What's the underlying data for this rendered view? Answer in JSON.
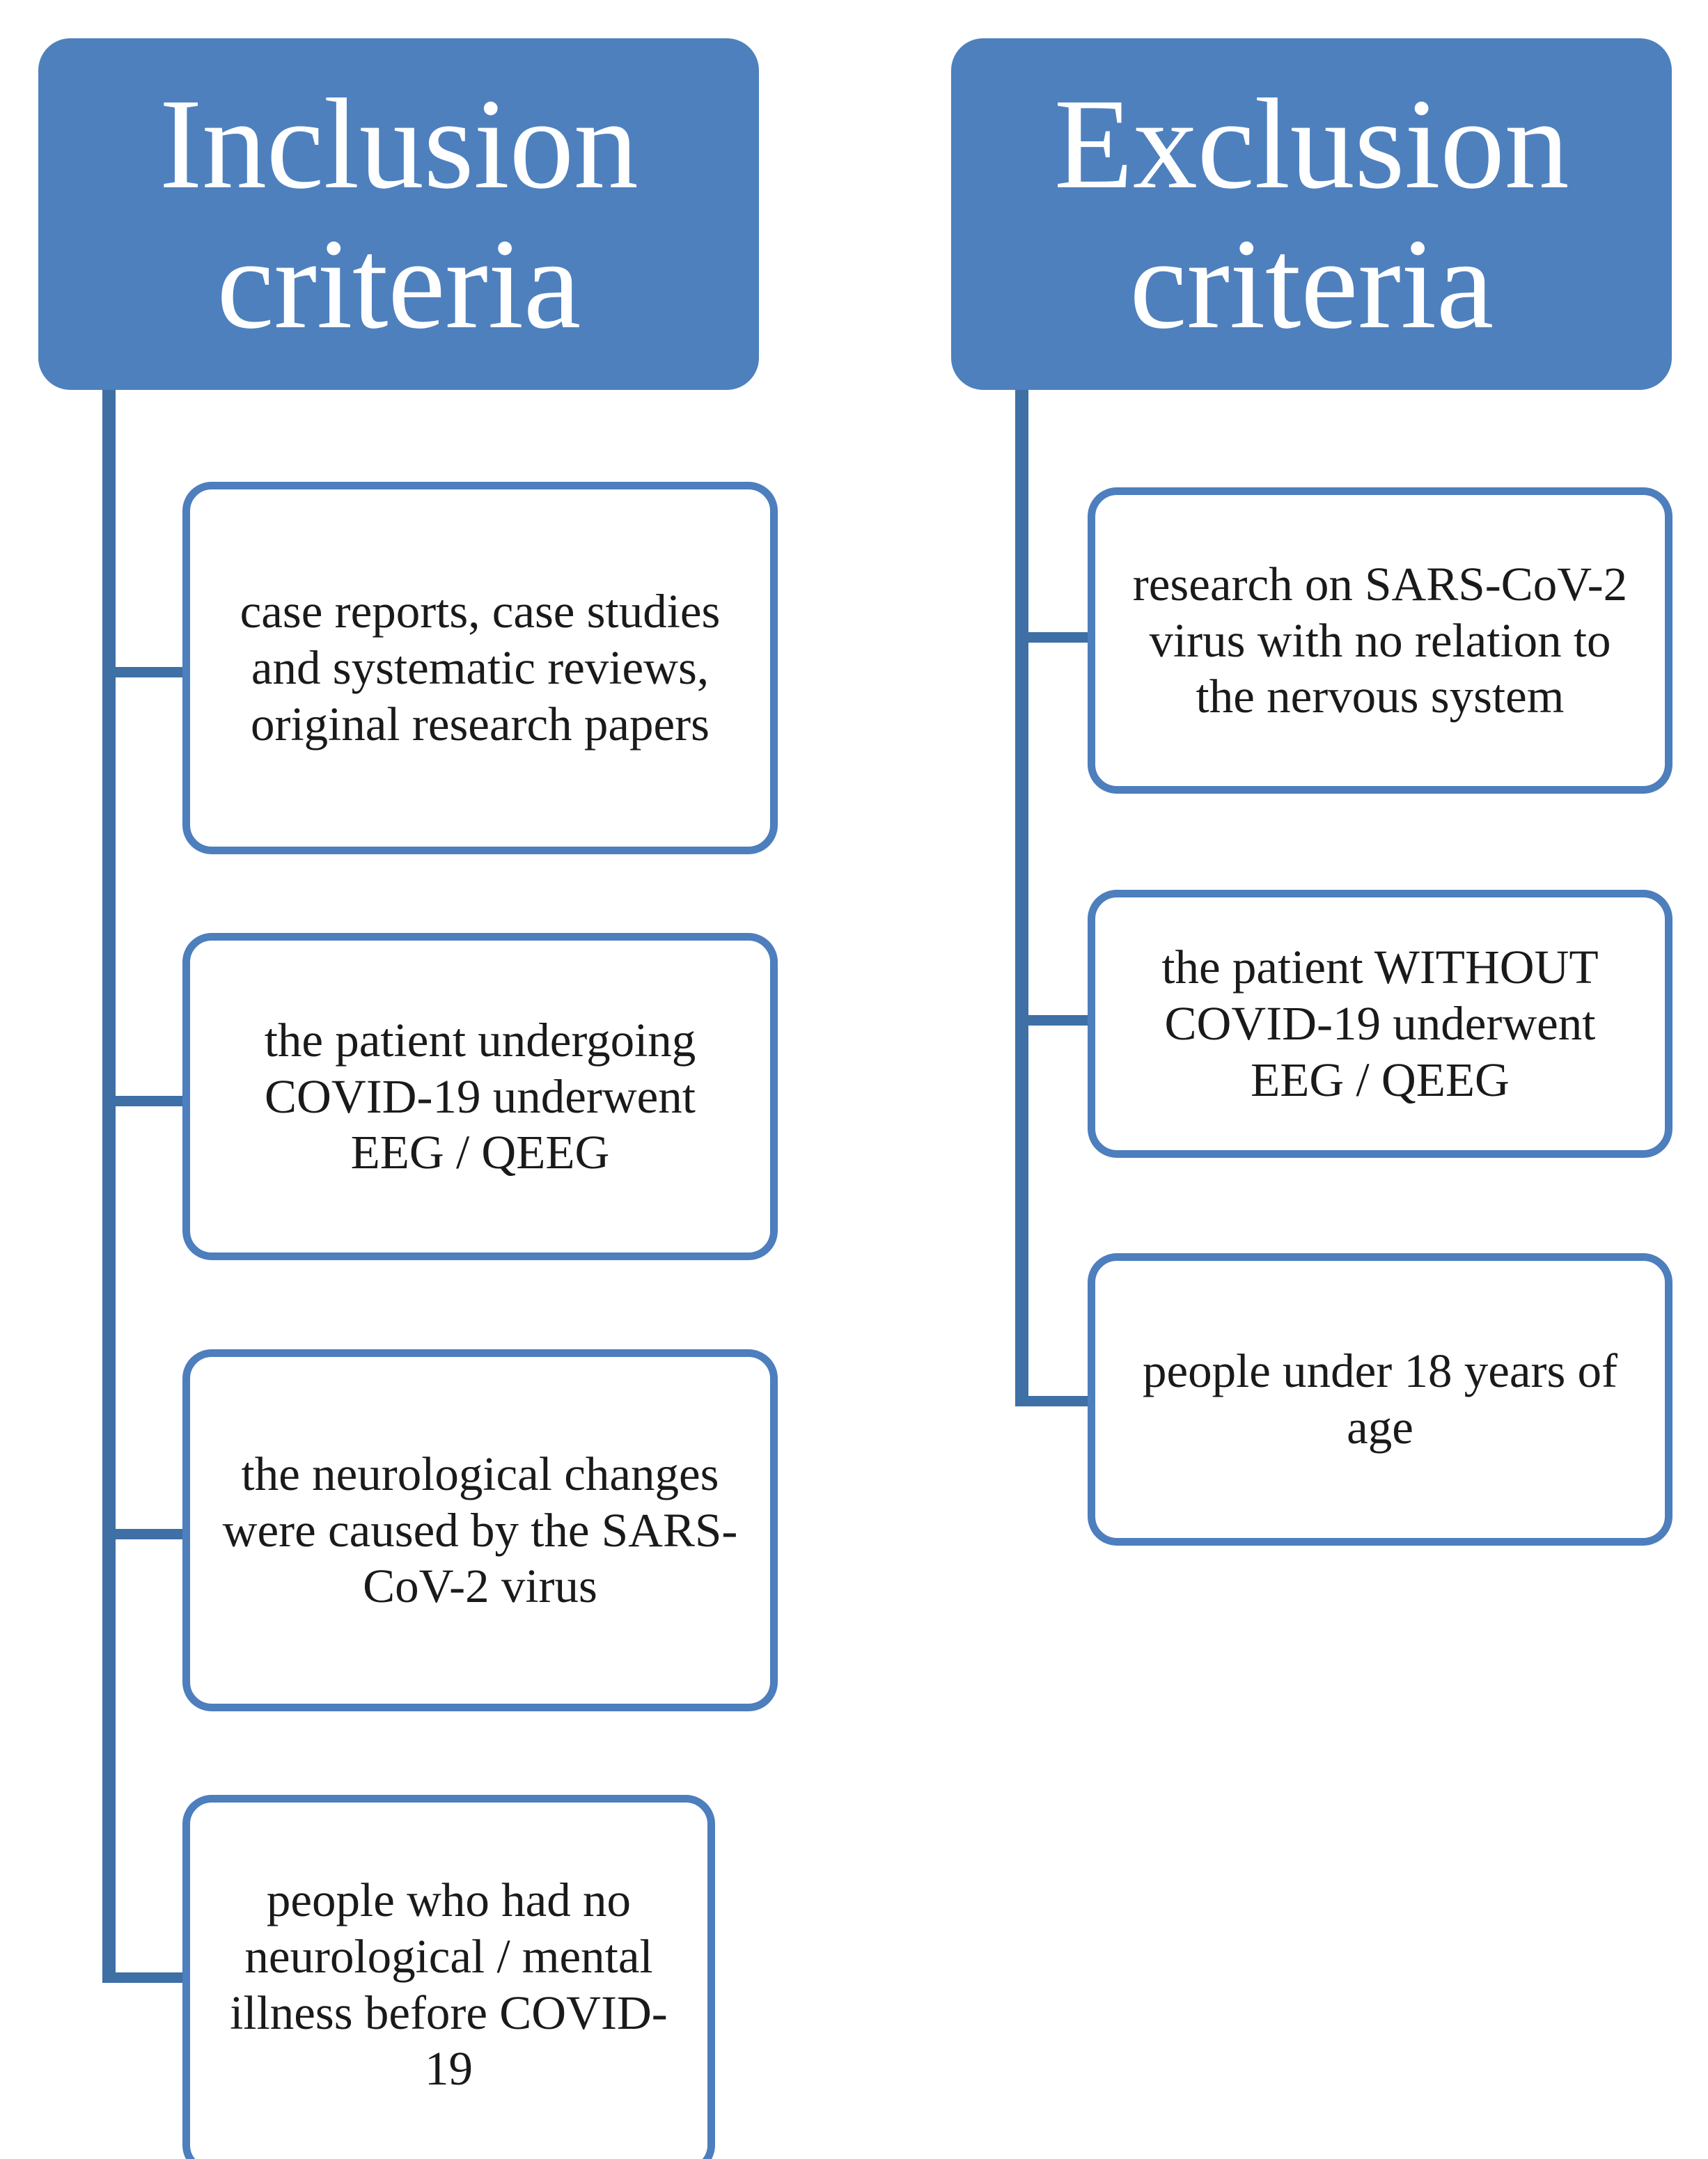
{
  "diagram": {
    "title_left": "Inclusion criteria",
    "title_right": "Exclusion criteria",
    "colors": {
      "header_fill": "#4E80BE",
      "header_text": "#FFFFFF",
      "box_border": "#4D7EBD",
      "box_fill": "#FFFFFF",
      "box_text": "#1A1A1A",
      "connector": "#3E6FA5",
      "background": "#FFFFFF"
    }
  },
  "columns": [
    {
      "header": {
        "line1": "Inclusion",
        "line2": "criteria"
      },
      "items": [
        {
          "text": "case reports, case studies and systematic reviews, original research papers"
        },
        {
          "text": "the patient undergoing COVID-19 underwent EEG / QEEG"
        },
        {
          "text": "the neurological changes were caused by the SARS-CoV-2 virus"
        },
        {
          "text": "people who had no neurological / mental illness before COVID-19"
        }
      ]
    },
    {
      "header": {
        "line1": "Exclusion",
        "line2": "criteria"
      },
      "items": [
        {
          "text": "research on SARS-CoV-2 virus with no relation to the nervous system"
        },
        {
          "text": "the patient WITHOUT COVID-19 underwent EEG / QEEG"
        },
        {
          "text": "people under 18 years of age"
        }
      ]
    }
  ]
}
